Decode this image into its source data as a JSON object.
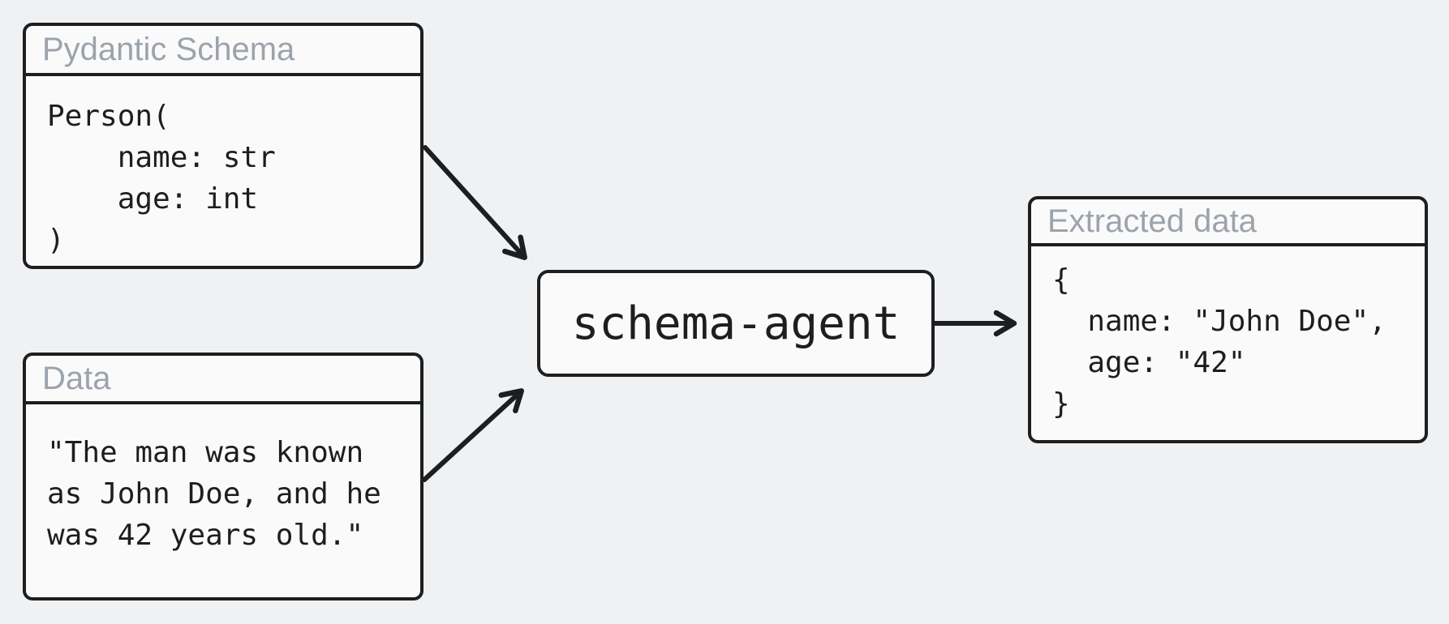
{
  "colors": {
    "bg_color": "#f0f1f3",
    "panel_fill": "#fafafa",
    "ink_color": "#1d1e20",
    "header_text_color": "#9ca3ab"
  },
  "nodes": {
    "schema": {
      "title": "Pydantic Schema",
      "code": "Person(\n    name: str\n    age: int\n)"
    },
    "data": {
      "title": "Data",
      "code": "\"The man was known\nas John Doe, and he\nwas 42 years old.\""
    },
    "agent": {
      "label": "schema-agent"
    },
    "extracted": {
      "title": "Extracted data",
      "code": "{\n  name: \"John Doe\",\n  age: \"42\"\n}"
    }
  },
  "edges": [
    {
      "from": "Pydantic Schema",
      "to": "schema-agent"
    },
    {
      "from": "Data",
      "to": "schema-agent"
    },
    {
      "from": "schema-agent",
      "to": "Extracted data"
    }
  ]
}
